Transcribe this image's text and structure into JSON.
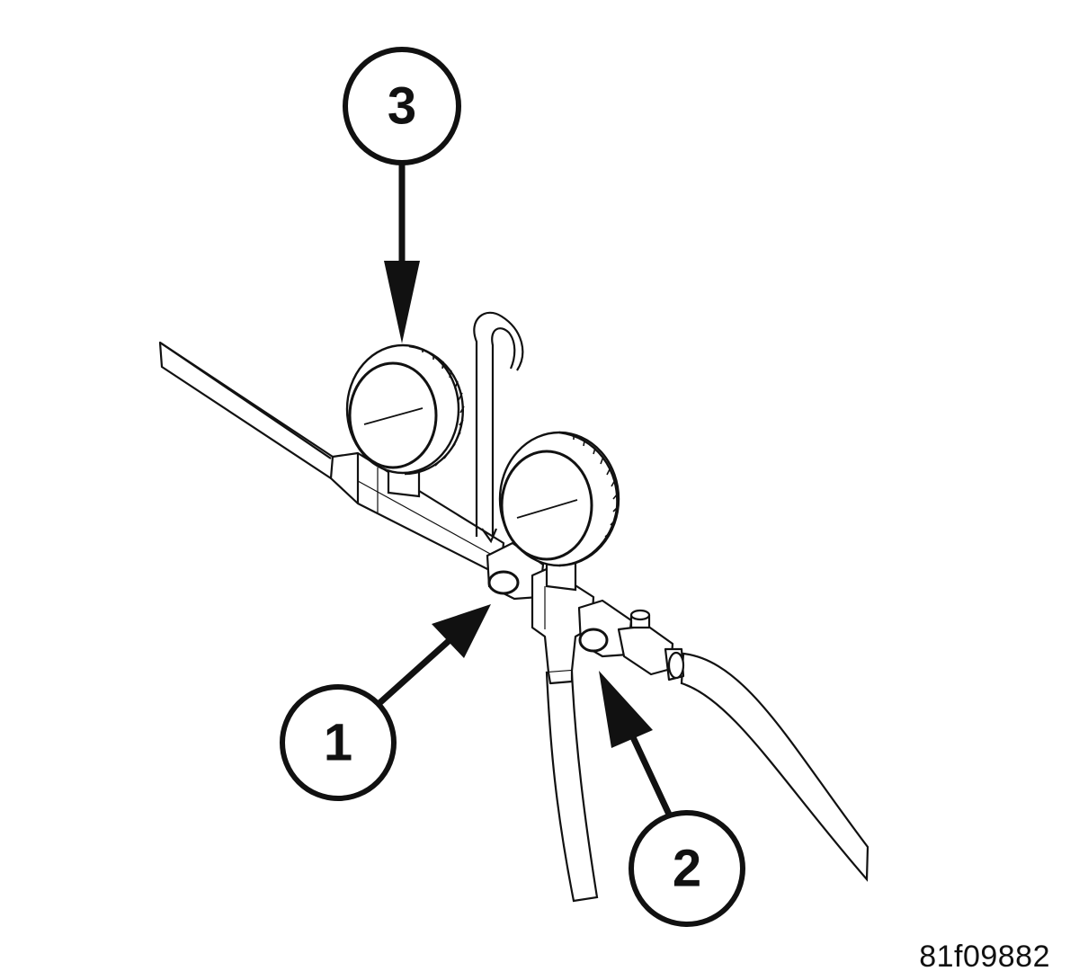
{
  "callouts": [
    {
      "id": "1",
      "label": "1"
    },
    {
      "id": "2",
      "label": "2"
    },
    {
      "id": "3",
      "label": "3"
    }
  ],
  "figure_id": "81f09882",
  "colors": {
    "line": "#111111",
    "background": "#ffffff"
  }
}
